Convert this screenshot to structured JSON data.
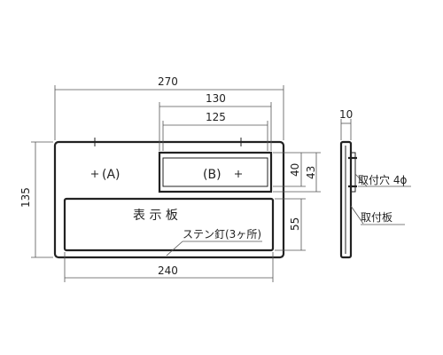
{
  "dimensions": {
    "overall_width": "270",
    "slot_outer_width": "130",
    "slot_inner_width": "125",
    "overall_height": "135",
    "slot_height_40": "40",
    "slot_height_43": "43",
    "panel_height": "55",
    "panel_width": "240",
    "thickness": "10"
  },
  "labels": {
    "hole_a": "(A)",
    "hole_b": "(B)",
    "display_plate": "表 示 板",
    "nails": "ステン釘(3ヶ所)",
    "mounting_hole": "取付穴 4ϕ",
    "mounting_plate": "取付板"
  }
}
